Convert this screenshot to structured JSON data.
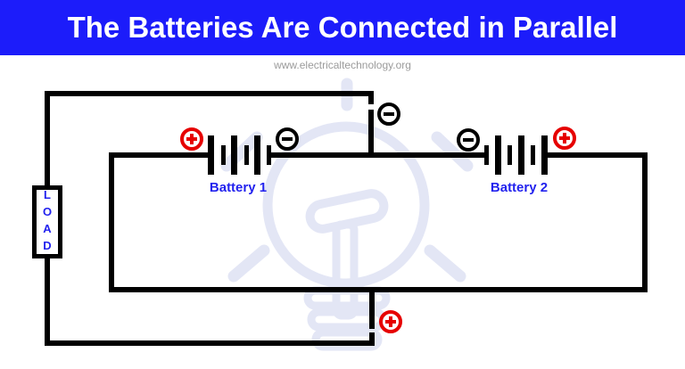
{
  "header": {
    "title": "The Batteries Are Connected in Parallel"
  },
  "watermark": {
    "site_url": "www.electricaltechnology.org"
  },
  "circuit": {
    "load": {
      "label": "LOAD"
    },
    "batteries": [
      {
        "label": "Battery 1",
        "left_terminal": "+",
        "right_terminal": "−"
      },
      {
        "label": "Battery 2",
        "left_terminal": "−",
        "right_terminal": "+"
      }
    ],
    "junction_terminals": {
      "top": "−",
      "bottom": "+"
    }
  },
  "colors": {
    "header-bg": "#1c1cfa",
    "header-text": "#ffffff",
    "wire": "#000000",
    "label-blue": "#2222ee",
    "terminal-red": "#e60000",
    "terminal-black": "#000000",
    "watermark-gray": "#9b9b9b",
    "bulb-watermark": "#e3e6f5"
  }
}
